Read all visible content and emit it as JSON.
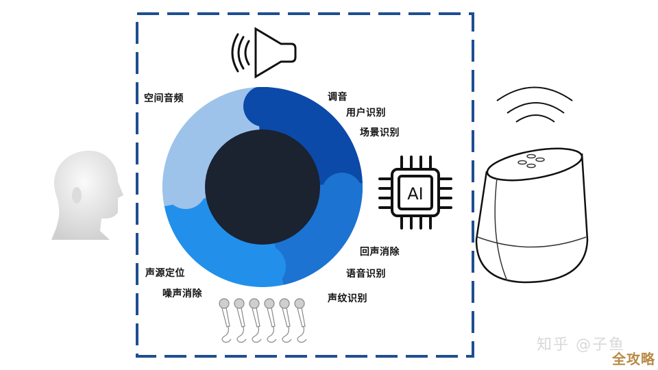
{
  "diagram": {
    "title_icon": "speaker-icon",
    "center_ring": {
      "segments": [
        {
          "name": "spatial-audio-segment",
          "color": "#9DC3EA"
        },
        {
          "name": "tuning-segment",
          "color": "#0B4AA8"
        },
        {
          "name": "recognition-segment",
          "color": "#1C73D1"
        },
        {
          "name": "localization-segment",
          "color": "#2290EA"
        }
      ],
      "core_color": "#1B2230"
    },
    "labels": {
      "spatial_audio": "空间音频",
      "tuning": "调音",
      "user_recognition": "用户识别",
      "scene_recognition": "场景识别",
      "echo_cancellation": "回声消除",
      "speech_recognition": "语音识别",
      "voiceprint_recognition": "声纹识别",
      "sound_source_localization": "声源定位",
      "noise_cancellation": "噪声消除"
    },
    "ai_chip": {
      "text": "AI"
    },
    "microphone_count": 6,
    "border_color": "#1E4E91"
  },
  "watermark": {
    "text": "知乎 @子鱼",
    "overlay": "全攻略"
  }
}
